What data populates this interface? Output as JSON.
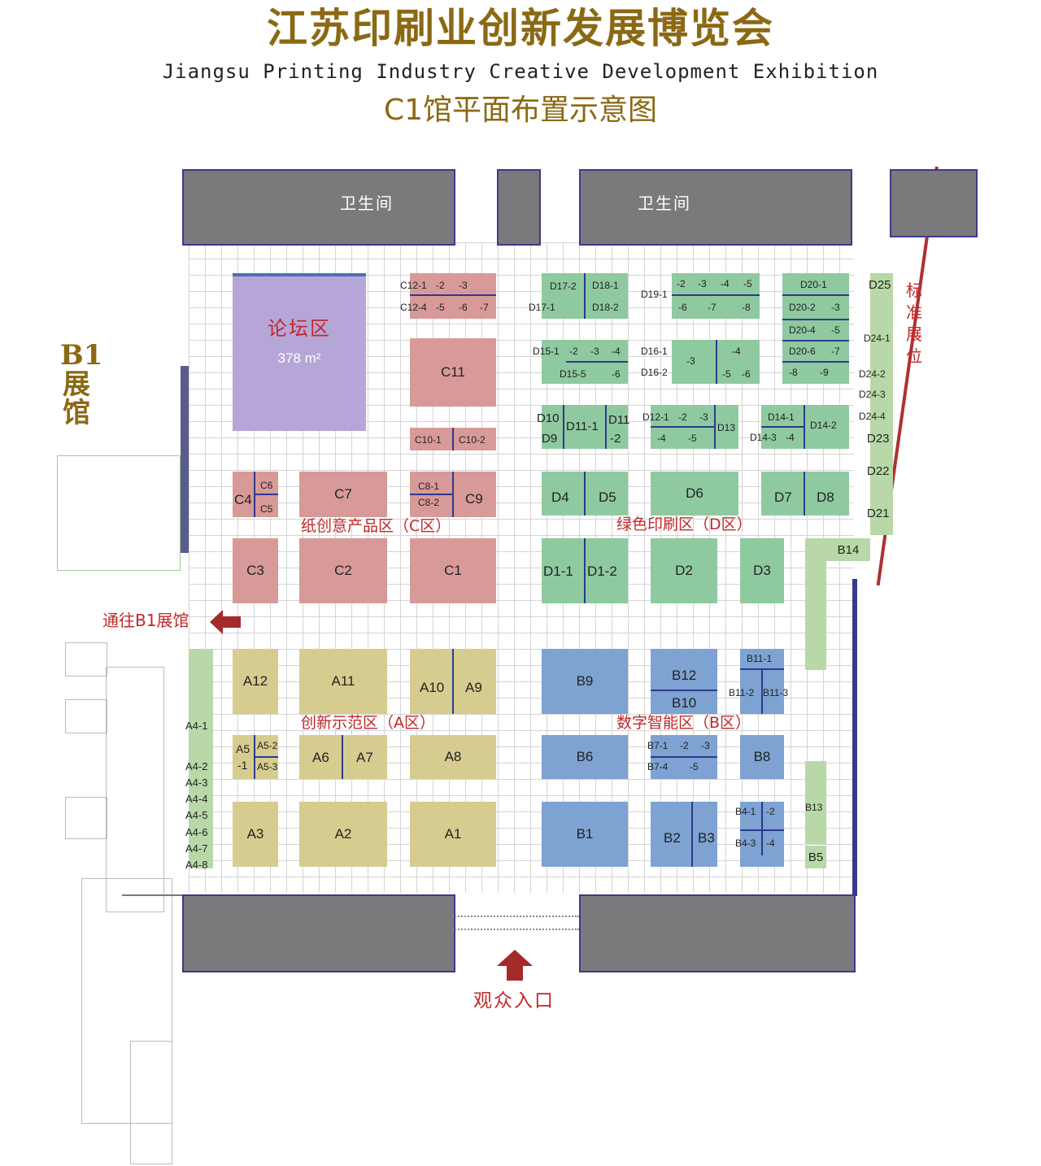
{
  "header": {
    "title": "江苏印刷业创新发展博览会",
    "subtitle": "Jiangsu Printing Industry Creative Development Exhibition",
    "hall_title": "C1馆平面布置示意图"
  },
  "labels": {
    "b1_hall": "B1展馆",
    "to_b1": "通往B1展馆",
    "entrance": "观众入口",
    "restroom_1": "卫生间",
    "restroom_2": "卫生间",
    "standard_booth": "标准展位",
    "forum": "论坛区",
    "forum_area": "378 m²"
  },
  "zones": {
    "c": "纸创意产品区（C区）",
    "d": "绿色印刷区（D区）",
    "a": "创新示范区（A区）",
    "b": "数字智能区（B区）"
  },
  "booths": {
    "c12_1": "C12-1",
    "c12_2": "-2",
    "c12_3": "-3",
    "c12_4": "C12-4",
    "c12_5": "-5",
    "c12_6": "-6",
    "c12_7": "-7",
    "c11": "C11",
    "c10_1": "C10-1",
    "c10_2": "C10-2",
    "c4": "C4",
    "c6": "C6",
    "c5": "C5",
    "c7": "C7",
    "c8_1": "C8-1",
    "c8_2": "C8-2",
    "c9": "C9",
    "c3": "C3",
    "c2": "C2",
    "c1": "C1",
    "d17_2": "D17-2",
    "d17_1": "D17-1",
    "d18_1": "D18-1",
    "d18_2": "D18-2",
    "d19_1": "D19-1",
    "d19_2": "-2",
    "d19_3": "-3",
    "d19_4": "-4",
    "d19_5": "-5",
    "d19_6": "-6",
    "d19_7": "-7",
    "d19_8": "-8",
    "d20_1": "D20-1",
    "d20_2": "D20-2",
    "d20_3": "-3",
    "d20_4": "D20-4",
    "d20_5": "-5",
    "d20_6": "D20-6",
    "d20_7": "-7",
    "d20_8": "-8",
    "d20_9": "-9",
    "d25": "D25",
    "d24_1": "D24-1",
    "d24_2": "D24-2",
    "d24_3": "D24-3",
    "d24_4": "D24-4",
    "d23": "D23",
    "d22": "D22",
    "d21": "D21",
    "d15_1": "D15-1",
    "d15_2": "-2",
    "d15_3": "-3",
    "d15_4": "-4",
    "d15_5": "D15-5",
    "d15_6": "-6",
    "d16_1": "D16-1",
    "d16_2": "D16-2",
    "d16_3": "-3",
    "d16_4": "-4",
    "d16_5": "-5",
    "d16_6": "-6",
    "d10": "D10",
    "d9": "D9",
    "d11_1": "D11-1",
    "d11": "D11",
    "d11_2": "-2",
    "d12_1": "D12-1",
    "d12_2": "-2",
    "d12_3": "-3",
    "d12_4": "-4",
    "d12_5": "-5",
    "d13": "D13",
    "d14_1": "D14-1",
    "d14_2": "D14-2",
    "d14_3": "D14-3",
    "d14_4": "-4",
    "d4": "D4",
    "d5": "D5",
    "d6": "D6",
    "d7": "D7",
    "d8": "D8",
    "d1_1": "D1-1",
    "d1_2": "D1-2",
    "d2": "D2",
    "d3": "D3",
    "b14": "B14",
    "a12": "A12",
    "a11": "A11",
    "a10": "A10",
    "a9": "A9",
    "b9": "B9",
    "b12": "B12",
    "b10": "B10",
    "b11_1": "B11-1",
    "b11_2": "B11-2",
    "b11_3": "B11-3",
    "a4_1": "A4-1",
    "a4_2": "A4-2",
    "a4_3": "A4-3",
    "a4_4": "A4-4",
    "a4_5": "A4-5",
    "a4_6": "A4-6",
    "a4_7": "A4-7",
    "a4_8": "A4-8",
    "a5": "A5",
    "a5_dash1": "-1",
    "a5_2": "A5-2",
    "a5_3": "A5-3",
    "a6": "A6",
    "a7": "A7",
    "a8": "A8",
    "b6": "B6",
    "b7_1": "B7-1",
    "b7_2": "-2",
    "b7_3": "-3",
    "b7_4": "B7-4",
    "b7_5": "-5",
    "b8": "B8",
    "b13": "B13",
    "b5": "B5",
    "a3": "A3",
    "a2": "A2",
    "a1": "A1",
    "b1": "B1",
    "b2": "B2",
    "b3": "B3",
    "b4_1": "B4-1",
    "b4_2": "-2",
    "b4_3": "B4-3",
    "b4_4": "-4"
  },
  "colors": {
    "title": "#8B6914",
    "zone_text": "#c0282a",
    "c_zone": "#d79a98",
    "d_zone": "#8fc9a0",
    "a_zone": "#d7cc8f",
    "b_zone": "#7ea2d2",
    "forum": "#b6a6d8",
    "arrow": "#a52a2a"
  }
}
